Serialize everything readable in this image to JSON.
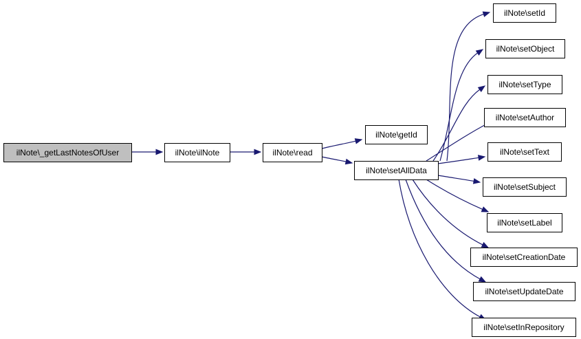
{
  "colors": {
    "edge": "#191970",
    "node_fill": "#ffffff",
    "root_fill": "#bfbfbf",
    "node_border": "#000000",
    "text": "#000000"
  },
  "nodes": [
    {
      "id": "root",
      "label": "ilNote\\_getLastNotesOfUser",
      "root": true
    },
    {
      "id": "ctor",
      "label": "ilNote\\ilNote"
    },
    {
      "id": "read",
      "label": "ilNote\\read"
    },
    {
      "id": "getid",
      "label": "ilNote\\getId"
    },
    {
      "id": "setalldata",
      "label": "ilNote\\setAllData"
    },
    {
      "id": "setid",
      "label": "ilNote\\setId"
    },
    {
      "id": "setobject",
      "label": "ilNote\\setObject"
    },
    {
      "id": "settype",
      "label": "ilNote\\setType"
    },
    {
      "id": "setauthor",
      "label": "ilNote\\setAuthor"
    },
    {
      "id": "settext",
      "label": "ilNote\\setText"
    },
    {
      "id": "setsubject",
      "label": "ilNote\\setSubject"
    },
    {
      "id": "setlabel",
      "label": "ilNote\\setLabel"
    },
    {
      "id": "setcreation",
      "label": "ilNote\\setCreationDate"
    },
    {
      "id": "setupdate",
      "label": "ilNote\\setUpdateDate"
    },
    {
      "id": "setinrepo",
      "label": "ilNote\\setInRepository"
    }
  ],
  "edges": [
    {
      "from": "root",
      "to": "ctor"
    },
    {
      "from": "ctor",
      "to": "read"
    },
    {
      "from": "read",
      "to": "getid"
    },
    {
      "from": "read",
      "to": "setalldata"
    },
    {
      "from": "setalldata",
      "to": "setid"
    },
    {
      "from": "setalldata",
      "to": "setobject"
    },
    {
      "from": "setalldata",
      "to": "settype"
    },
    {
      "from": "setalldata",
      "to": "setauthor"
    },
    {
      "from": "setalldata",
      "to": "settext"
    },
    {
      "from": "setalldata",
      "to": "setsubject"
    },
    {
      "from": "setalldata",
      "to": "setlabel"
    },
    {
      "from": "setalldata",
      "to": "setcreation"
    },
    {
      "from": "setalldata",
      "to": "setupdate"
    },
    {
      "from": "setalldata",
      "to": "setinrepo"
    }
  ]
}
